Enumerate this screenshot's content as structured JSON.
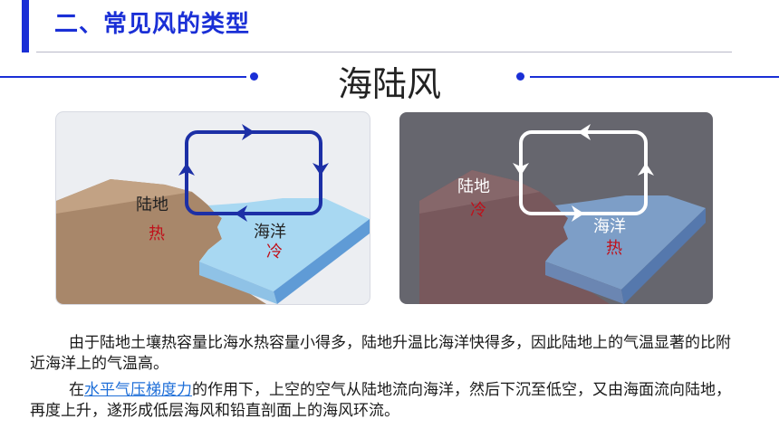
{
  "header": {
    "section_title": "二、常见风的类型"
  },
  "main_heading": "海陆风",
  "diagram_day": {
    "land_label": "陆地",
    "land_state": "热",
    "sea_label": "海洋",
    "sea_state": "冷"
  },
  "diagram_night": {
    "land_label": "陆地",
    "land_state": "冷",
    "sea_label": "海洋",
    "sea_state": "热"
  },
  "paragraph1": "由于陆地土壤热容量比海水热容量小得多，陆地升温比海洋快得多，因此陆地上的气温显著的比附近海洋上的气温高。",
  "paragraph2": {
    "prefix": "在",
    "link_text": "水平气压梯度力",
    "suffix": "的作用下，上空的空气从陆地流向海洋，然后下沉至低空，又由海面流向陆地，再度上升，遂形成低层海风和铅直剖面上的海风环流。"
  },
  "colors": {
    "accent": "#1a2fd6",
    "state_red": "#c0101a",
    "link": "#1f6fd8"
  }
}
